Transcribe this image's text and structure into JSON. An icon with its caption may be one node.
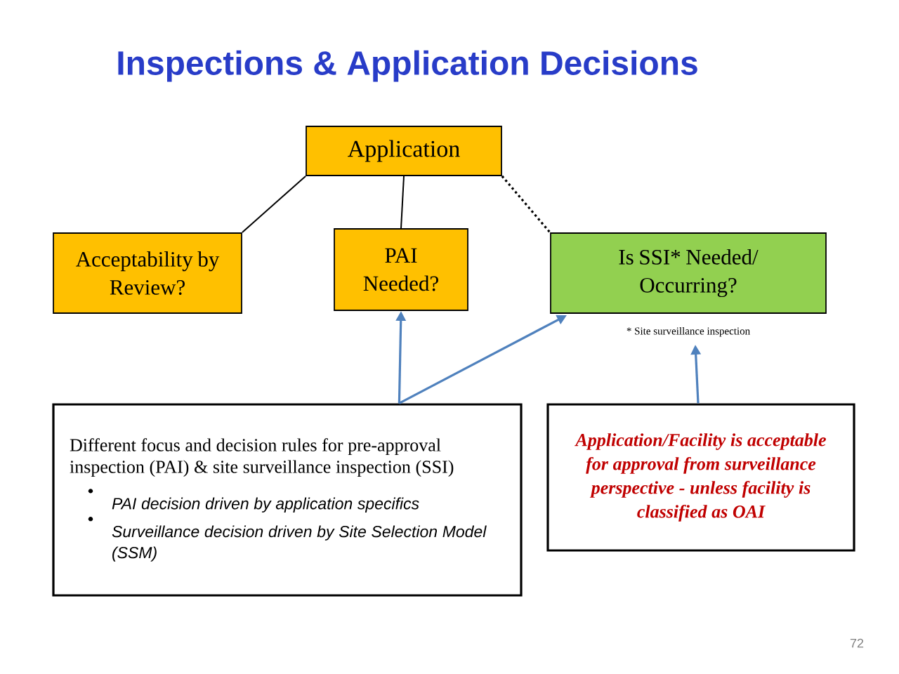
{
  "diagram": {
    "title": "Inspections & Application Decisions",
    "nodes": [
      {
        "text": [
          "Application"
        ]
      },
      {
        "text": [
          "Acceptability by Review?"
        ]
      },
      {
        "text": [
          "PAI Needed?"
        ]
      },
      {
        "text": [
          "Is SSI* Needed/ Occurring?"
        ],
        "beside": [
          "* Site surveillance inspection"
        ]
      },
      {
        "text": [
          "Different focus and decision rules for pre-approval inspection (PAI) & site surveillance inspection (SSI)",
          "PAI decision driven by application specifics",
          "Surveillance decision driven by Site Selection Model (SSM)"
        ]
      },
      {
        "text": [
          "Application/Facility is acceptable for approval from surveillance perspective - unless facility is classified as OAI"
        ]
      }
    ],
    "edges": [
      {
        "from": 0,
        "to": 1,
        "arrow": "none"
      },
      {
        "from": 0,
        "to": 2,
        "arrow": "none"
      },
      {
        "from": 0,
        "to": 3,
        "arrow": "none",
        "style": "dashed"
      },
      {
        "from": 4,
        "to": 2,
        "arrow": "to",
        "color": "#4f81bd"
      },
      {
        "from": 4,
        "to": 3,
        "arrow": "to",
        "color": "#4f81bd"
      },
      {
        "from": 5,
        "to": 3,
        "arrow": "to",
        "color": "#4f81bd"
      }
    ],
    "labels": [
      "72"
    ]
  }
}
